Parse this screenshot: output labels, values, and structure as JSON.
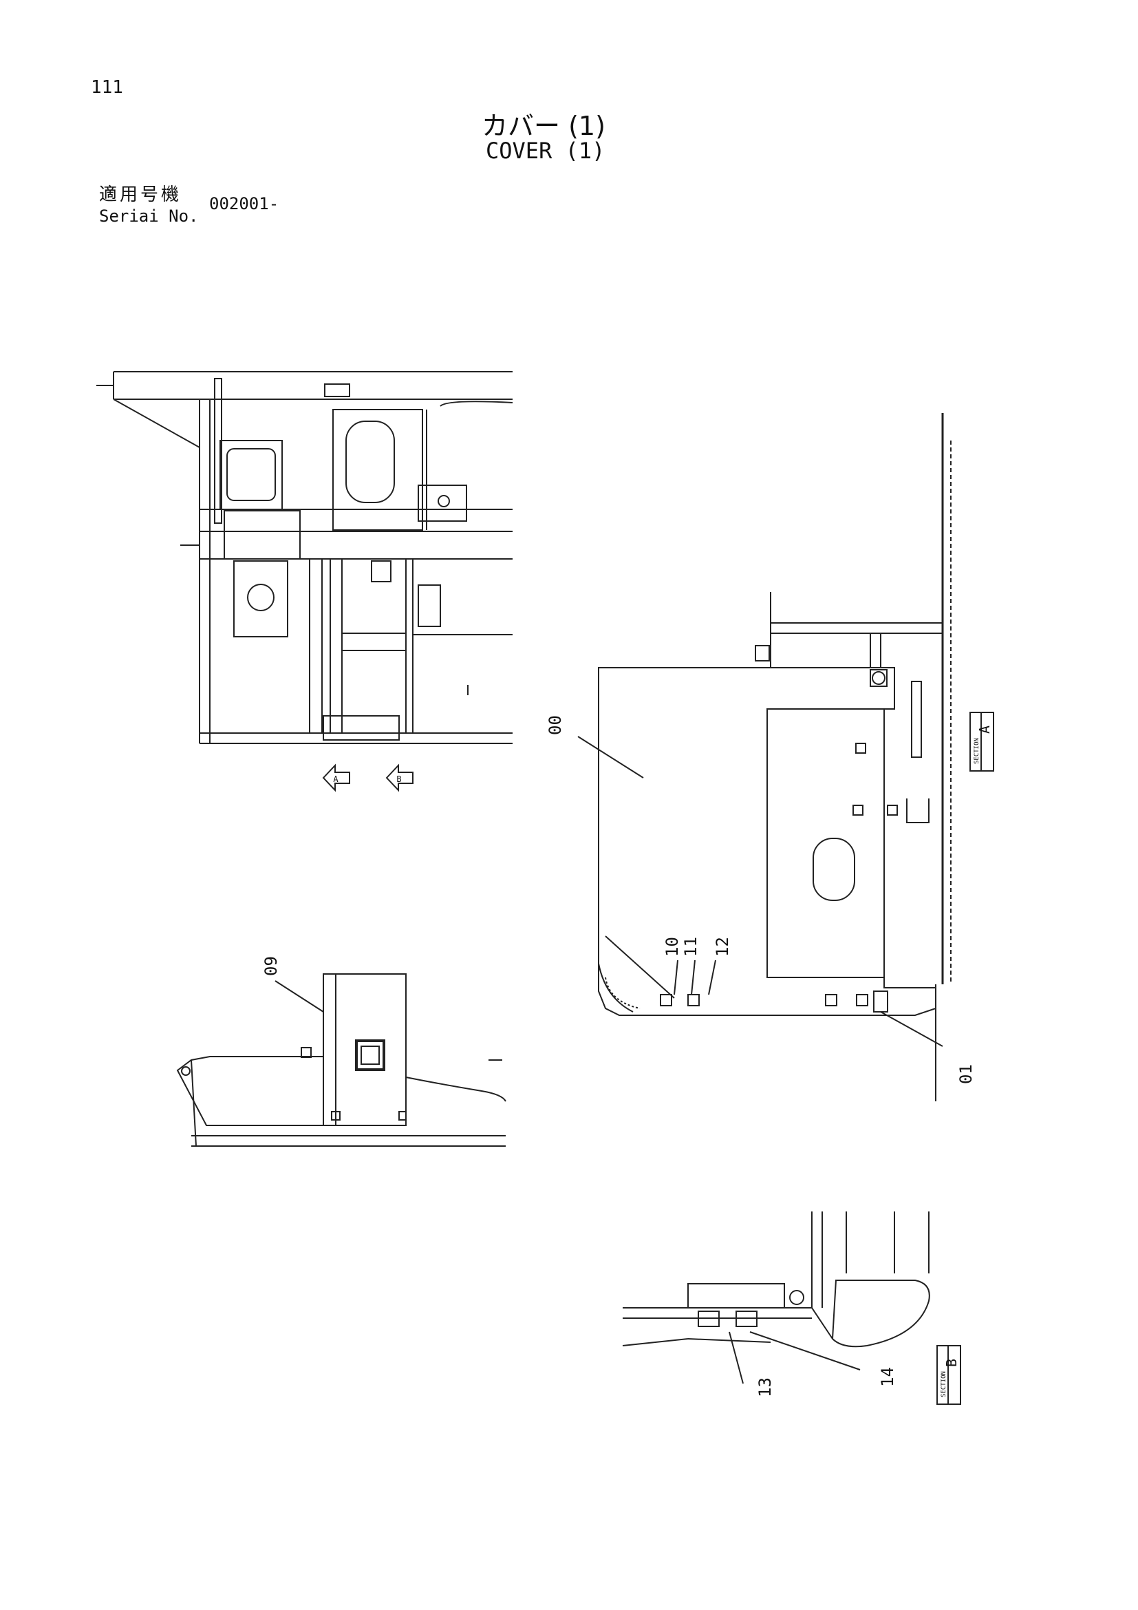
{
  "page": {
    "number": "111"
  },
  "title": {
    "jp": "カバー (1)",
    "en": "COVER (1)"
  },
  "serial": {
    "label_jp": "適用号機",
    "label_en": "Seriai No.",
    "value": "002001-"
  },
  "view_arrows": {
    "a": "A",
    "b": "B"
  },
  "callouts": {
    "c00": "00",
    "c09": "09",
    "c10": "10",
    "c11": "11",
    "c12": "12",
    "c01": "01",
    "c13": "13",
    "c14": "14"
  },
  "sections": {
    "a": {
      "word": "SECTION",
      "letter": "A"
    },
    "b": {
      "word": "SECTION",
      "letter": "B"
    }
  }
}
